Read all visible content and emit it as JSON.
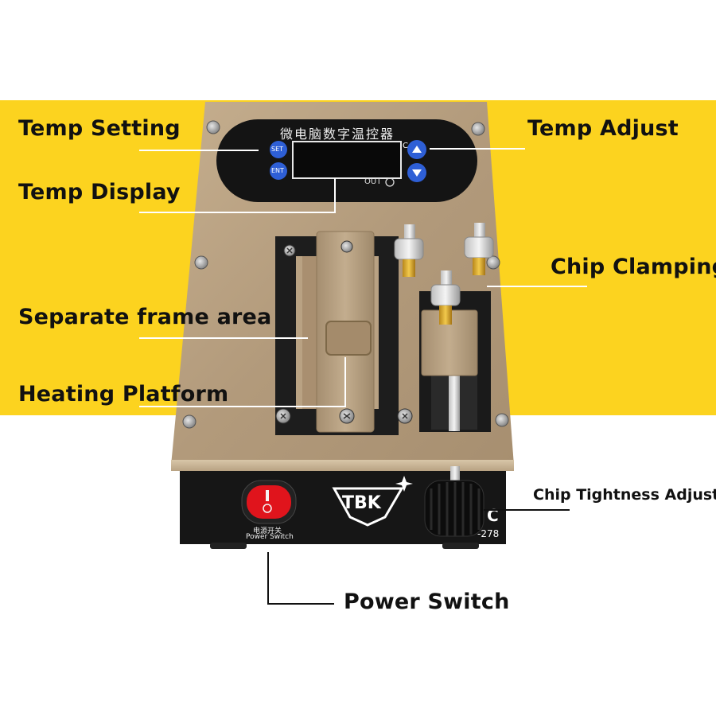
{
  "labels": {
    "temp_setting": "Temp Setting",
    "temp_adjust": "Temp Adjust",
    "temp_display": "Temp Display",
    "chip_clamping": "Chip Clamping",
    "separate_frame_area": "Separate frame area",
    "heating_platform": "Heating Platform",
    "chip_tightness_adjust": "Chip Tightness Adjust",
    "power_switch": "Power Switch"
  },
  "device": {
    "controller_title": "微电脑数字温控器",
    "set_button": "SET",
    "ent_button": "ENT",
    "celsius_mark": "C",
    "out_indicator": "OUT",
    "brand": "TBK",
    "power_label_cn": "电源开关",
    "power_label_en": "Power Switch",
    "model_partial": "-278",
    "ce_partial": "C"
  },
  "colors": {
    "background_band": "#fcd31f",
    "body": "#b9a283",
    "front_panel": "#161616",
    "rocker": "#e0141c"
  }
}
